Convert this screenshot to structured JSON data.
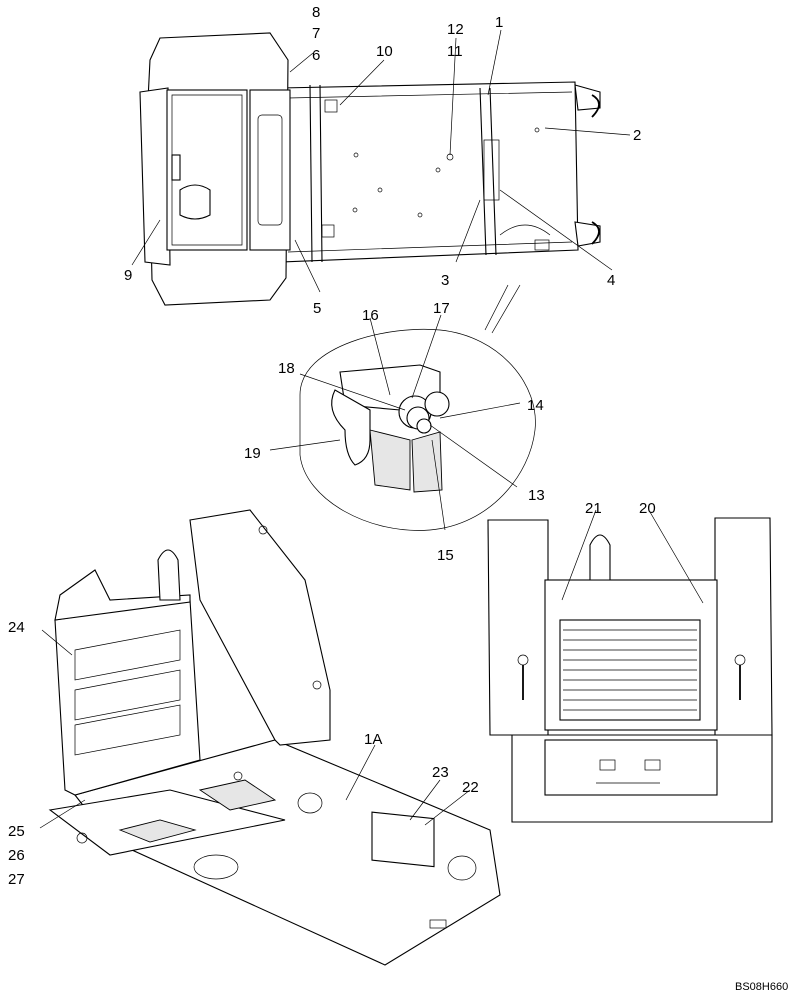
{
  "callouts": {
    "c1": "1",
    "c2": "2",
    "c3": "3",
    "c4": "4",
    "c5": "5",
    "c6": "6",
    "c7": "7",
    "c8": "8",
    "c9": "9",
    "c10": "10",
    "c11": "11",
    "c12": "12",
    "c13": "13",
    "c14": "14",
    "c15": "15",
    "c16": "16",
    "c17": "17",
    "c18": "18",
    "c19": "19",
    "c20": "20",
    "c21": "21",
    "c22": "22",
    "c23": "23",
    "c24": "24",
    "c25": "25",
    "c26": "26",
    "c27": "27",
    "c1a": "1A"
  },
  "drawing_code": "BS08H660"
}
